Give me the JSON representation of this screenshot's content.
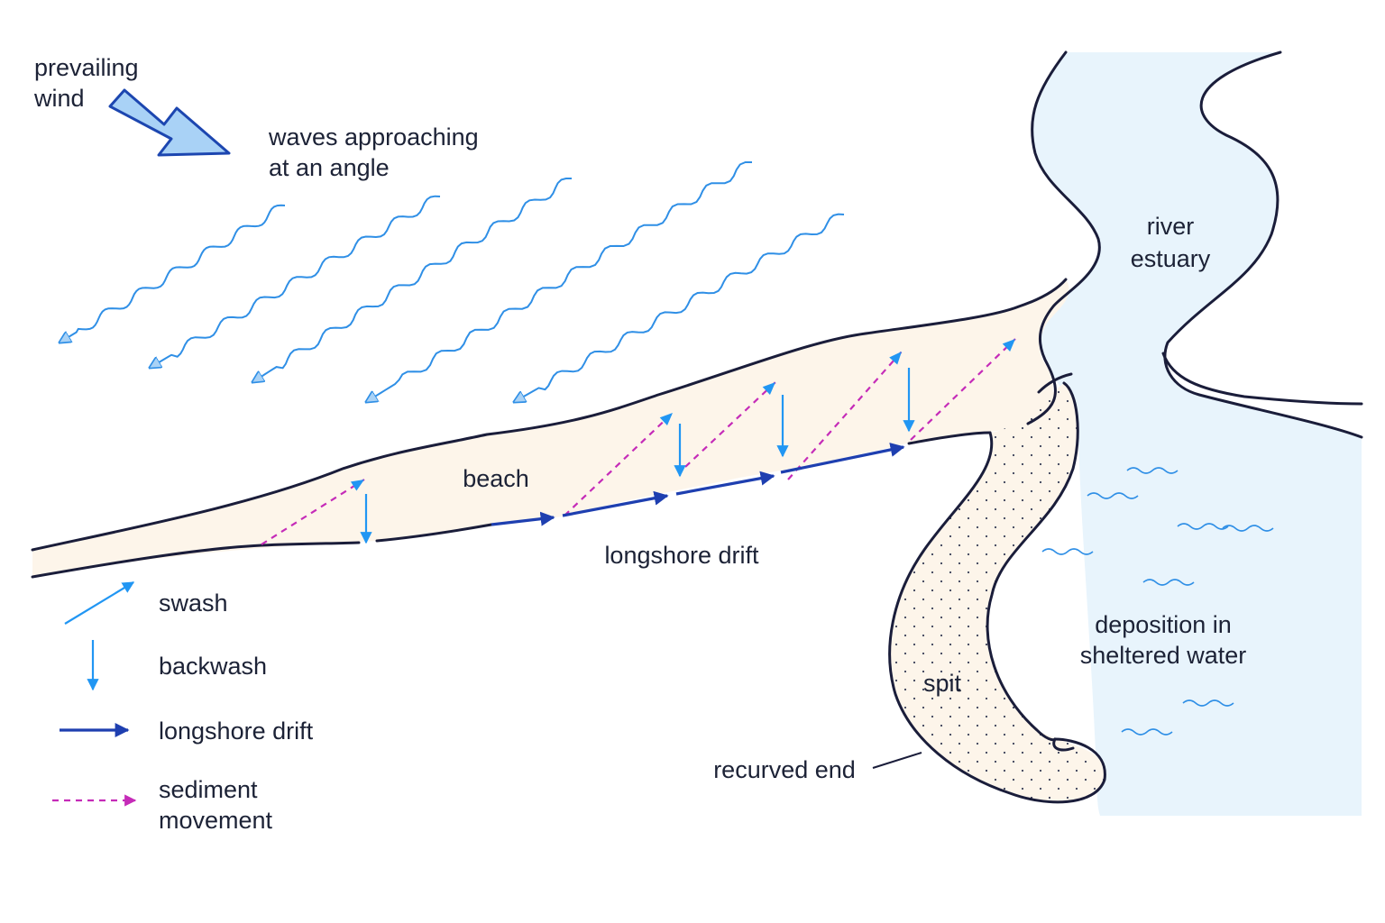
{
  "labels": {
    "prevailing_wind": [
      "prevailing",
      "wind"
    ],
    "waves": [
      "waves approaching",
      "at an angle"
    ],
    "river_estuary": [
      "river",
      "estuary"
    ],
    "beach": "beach",
    "longshore_drift": "longshore drift",
    "spit": "spit",
    "recurved_end": "recurved end",
    "deposition": [
      "deposition in",
      "sheltered water"
    ]
  },
  "legend": {
    "swash": "swash",
    "backwash": "backwash",
    "longshore_drift": "longshore drift",
    "sediment_movement": [
      "sediment",
      "movement"
    ]
  },
  "colors": {
    "water": "#e8f4fc",
    "sand": "#fdf5ea",
    "outline": "#1a1d3a",
    "wave": "#2f8fe6",
    "swash": "#2196f3",
    "longshore": "#1e3fb0",
    "sediment": "#c52bb8",
    "wind_fill": "#a9d2f6",
    "wind_stroke": "#1c46b0"
  }
}
